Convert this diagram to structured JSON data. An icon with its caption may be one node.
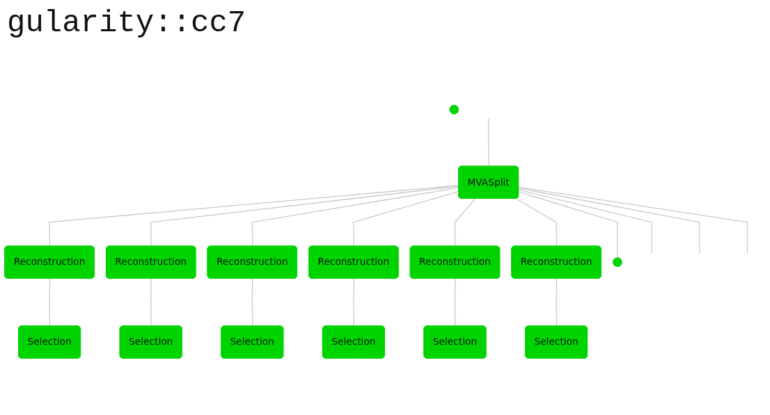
{
  "diagram": {
    "nodes": [
      {
        "text": [
          "MVASplit"
        ]
      },
      {
        "text": [
          "Reconstruction"
        ]
      },
      {
        "text": [
          "Reconstruction"
        ]
      },
      {
        "text": [
          "Reconstruction"
        ]
      },
      {
        "text": [
          "Reconstruction"
        ]
      },
      {
        "text": [
          "Reconstruction"
        ]
      },
      {
        "text": [
          "Reconstruction"
        ]
      },
      {
        "text": [],
        "shape": "circle"
      },
      {
        "text": [
          "Selection"
        ]
      },
      {
        "text": [
          "Selection"
        ]
      },
      {
        "text": [
          "Selection"
        ]
      },
      {
        "text": [
          "Selection"
        ]
      },
      {
        "text": [
          "Selection"
        ]
      },
      {
        "text": [
          "Selection"
        ]
      },
      {
        "text": [],
        "shape": "circle"
      }
    ],
    "edges": [
      {
        "from": null,
        "to": 0,
        "arrow": "none"
      },
      {
        "from": 0,
        "to": 1,
        "arrow": "none"
      },
      {
        "from": 0,
        "to": 2,
        "arrow": "none"
      },
      {
        "from": 0,
        "to": 3,
        "arrow": "none"
      },
      {
        "from": 0,
        "to": 4,
        "arrow": "none"
      },
      {
        "from": 0,
        "to": 5,
        "arrow": "none"
      },
      {
        "from": 0,
        "to": 6,
        "arrow": "none"
      },
      {
        "from": 0,
        "to": 7,
        "arrow": "none"
      },
      {
        "from": 0,
        "to": null,
        "arrow": "none"
      },
      {
        "from": 0,
        "to": null,
        "arrow": "none"
      },
      {
        "from": 0,
        "to": null,
        "arrow": "none"
      },
      {
        "from": 1,
        "to": 8,
        "arrow": "none"
      },
      {
        "from": 2,
        "to": 9,
        "arrow": "none"
      },
      {
        "from": 3,
        "to": 10,
        "arrow": "none"
      },
      {
        "from": 4,
        "to": 11,
        "arrow": "none"
      },
      {
        "from": 5,
        "to": 12,
        "arrow": "none"
      },
      {
        "from": 6,
        "to": 13,
        "arrow": "none"
      }
    ],
    "labels": [
      "gularity::cc7"
    ]
  }
}
